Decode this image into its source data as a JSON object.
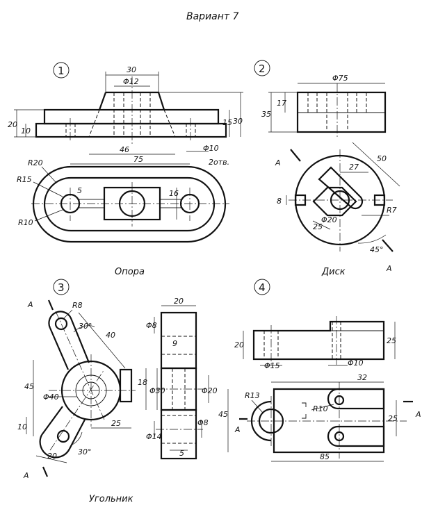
{
  "title": "Вариант 7",
  "parts": [
    {
      "number": "1",
      "name": "Опора"
    },
    {
      "number": "2",
      "name": "Диск"
    },
    {
      "number": "3",
      "name": "Угольник"
    },
    {
      "number": "4",
      "name": ""
    }
  ],
  "dims": {
    "p1": {
      "d30": "30",
      "phi12": "Φ12",
      "d20": "20",
      "d10": "10",
      "d15": "15",
      "d30b": "30",
      "d46": "46",
      "phi10": "Φ10",
      "holes": "2отв.",
      "d75": "75",
      "r20": "R20",
      "r15": "R15",
      "r10": "R10",
      "d5": "5",
      "d16": "16"
    },
    "p2": {
      "phi75": "Φ75",
      "d35": "35",
      "d17": "17",
      "d50": "50",
      "d27": "27",
      "d8": "8",
      "phi20": "Φ20",
      "d25": "25",
      "r7": "R7",
      "ang45": "45°",
      "sec": "A"
    },
    "p3": {
      "r8": "R8",
      "ang30": "30°",
      "d40": "40",
      "d45": "45",
      "phi40": "Φ40",
      "d10": "10",
      "d20": "20",
      "ang30b": "30°",
      "d25": "25",
      "d20top": "20",
      "phi8": "Φ8",
      "d9": "9",
      "d18": "18",
      "phi30": "Φ30",
      "phi20": "Φ20",
      "phi14": "Φ14",
      "phi8b": "Φ8",
      "d5": "5",
      "sec": "A"
    },
    "p4": {
      "d20": "20",
      "phi15": "Φ15",
      "phi10": "Φ10",
      "d25": "25",
      "d32": "32",
      "r13": "R13",
      "r10": "R10",
      "d45": "45",
      "d25b": "25",
      "d85": "85",
      "sec": "A"
    }
  }
}
